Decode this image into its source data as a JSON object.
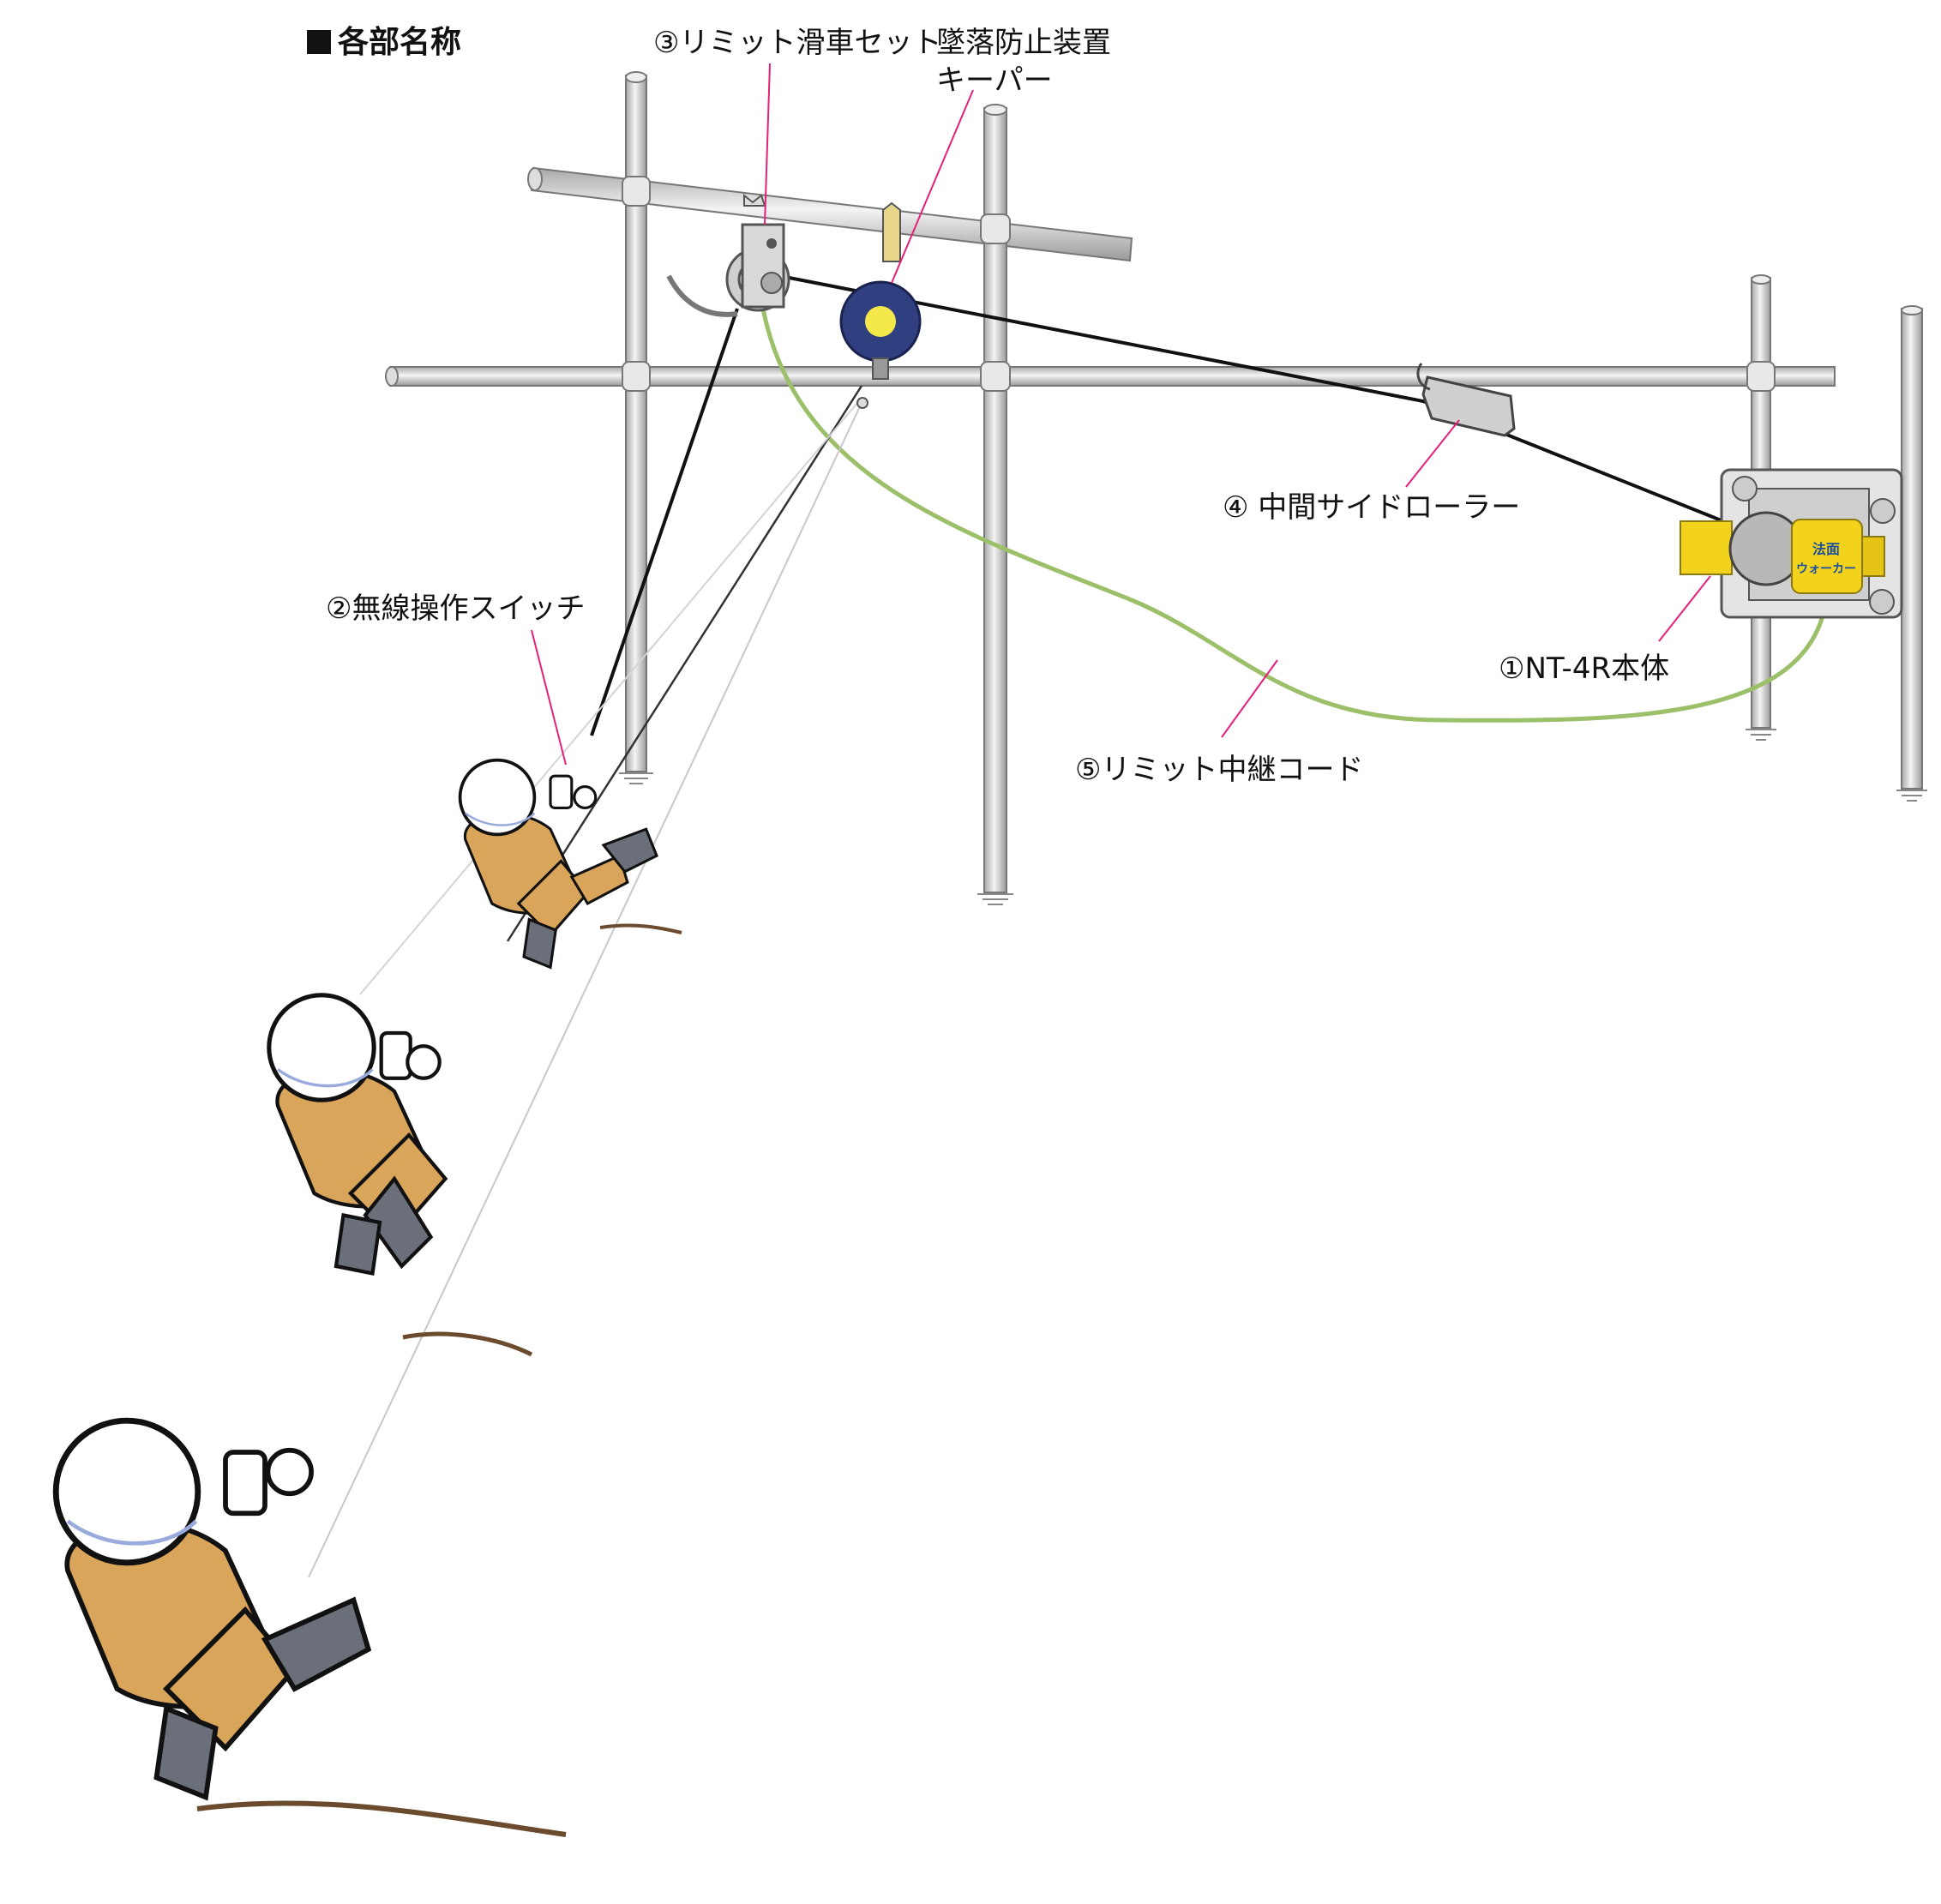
{
  "heading": "各部名称",
  "labels": {
    "limit_pulley": "③リミット滑車セット",
    "fall_arrest_line1": "墜落防止装置",
    "fall_arrest_line2": "キーパー",
    "side_roller": "④ 中間サイドローラー",
    "wireless_switch": "②無線操作スイッチ",
    "main_unit": "①NT-4R本体",
    "relay_cord": "⑤リミット中継コード",
    "unit_logo_line1": "法面",
    "unit_logo_line2": "ウォーカー"
  },
  "colors": {
    "leader_line": "#e5207a",
    "scaffold": "#dcdcdc",
    "rope": "#111111",
    "relay_cord": "#9cbf6a",
    "worker_suit": "#d9a55b",
    "helmet": "#ffffff",
    "unit_yellow": "#f3d21b",
    "keeper_blue": "#2f3f7f"
  }
}
